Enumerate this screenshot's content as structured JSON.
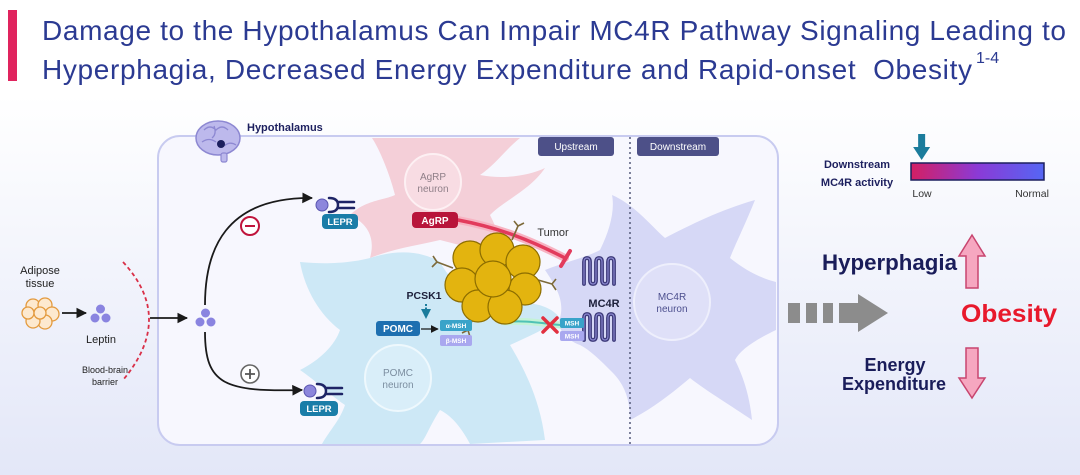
{
  "title": {
    "line1": "Damage to the Hypothalamus Can Impair MC4R Pathway Signaling Leading to",
    "line2": "Hyperphagia, Decreased Energy Expenditure and Rapid-onset  Obesity",
    "superscript": "1-4"
  },
  "diagram": {
    "hypothalamus": "Hypothalamus",
    "upstream": "Upstream",
    "downstream": "Downstream",
    "adipose": [
      "Adipose",
      "tissue"
    ],
    "leptin": "Leptin",
    "blood_brain_barrier": [
      "Blood-brain",
      "barrier"
    ],
    "lepr_top": "LEPR",
    "lepr_bottom": "LEPR",
    "agrp_neuron": [
      "AgRP",
      "neuron"
    ],
    "agrp": "AgRP",
    "tumor": "Tumor",
    "pcsk1": "PCSK1",
    "pomc": "POMC",
    "alpha_msh": "α-MSH",
    "beta_msh": "β-MSH",
    "msh_bound_1": "MSH",
    "msh_bound_2": "MSH",
    "mc4r": "MC4R",
    "pomc_neuron": [
      "POMC",
      "neuron"
    ],
    "mc4r_neuron": [
      "MC4R",
      "neuron"
    ]
  },
  "legend": {
    "title": [
      "Downstream",
      "MC4R activity"
    ],
    "low": "Low",
    "normal": "Normal",
    "activity_level": 0.08
  },
  "outcomes": {
    "hyperphagia": "Hyperphagia",
    "obesity": "Obesity",
    "energy_expenditure": [
      "Energy",
      "Expenditure"
    ]
  },
  "colors": {
    "title": "#2b3a92",
    "accent_bar": "#e0245e",
    "obesity": "#e8192c",
    "outcome_text": "#1a1d5a",
    "agrp": "#b8143a",
    "pomc": "#1e6fb0",
    "lepr": "#1a7da8",
    "indicator": "#1b7c9c"
  },
  "icons": [
    "brain-icon",
    "adipose-cells-icon",
    "leptin-icon",
    "tumor-icon",
    "mc4r-receptor-icon",
    "lepr-receptor-icon",
    "up-arrow-icon",
    "down-arrow-icon",
    "dashed-arrow-icon"
  ]
}
